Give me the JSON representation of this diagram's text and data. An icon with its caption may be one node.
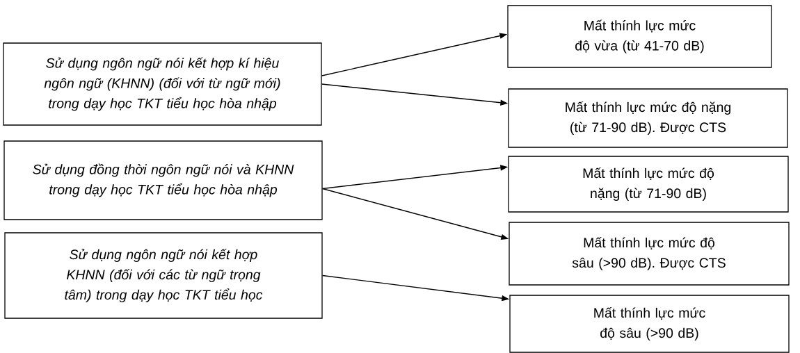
{
  "diagram": {
    "nodes": [
      {
        "text": [
          "Sử dụng ngôn ngữ nói kết hợp kí hiệu ngôn ngữ (KHNN) (đối với từ ngữ mới) trong dạy học TKT tiểu học hòa nhập"
        ]
      },
      {
        "text": [
          "Sử dụng đồng thời ngôn ngữ nói và KHNN trong dạy học TKT tiểu học hòa nhập"
        ]
      },
      {
        "text": [
          "Sử dụng ngôn ngữ nói kết hợp KHNN (đối với các từ ngữ trọng tâm) trong dạy học TKT tiểu học"
        ]
      },
      {
        "text": [
          "Mất thính lực mức độ vừa (từ 41-70 dB)"
        ]
      },
      {
        "text": [
          "Mất thính lực mức độ nặng (từ 71-90 dB). Được CTS"
        ]
      },
      {
        "text": [
          "Mất thính lực mức độ nặng (từ 71-90 dB)"
        ]
      },
      {
        "text": [
          "Mất thính lực mức độ sâu (>90 dB). Được CTS"
        ]
      },
      {
        "text": [
          "Mất thính lực mức độ sâu (>90 dB)"
        ]
      }
    ],
    "edges": [
      {
        "from": 0,
        "to": 3,
        "arrow": "to"
      },
      {
        "from": 0,
        "to": 4,
        "arrow": "to"
      },
      {
        "from": 1,
        "to": 5,
        "arrow": "to"
      },
      {
        "from": 1,
        "to": 6,
        "arrow": "to"
      },
      {
        "from": 2,
        "to": 7,
        "arrow": "to"
      }
    ]
  }
}
